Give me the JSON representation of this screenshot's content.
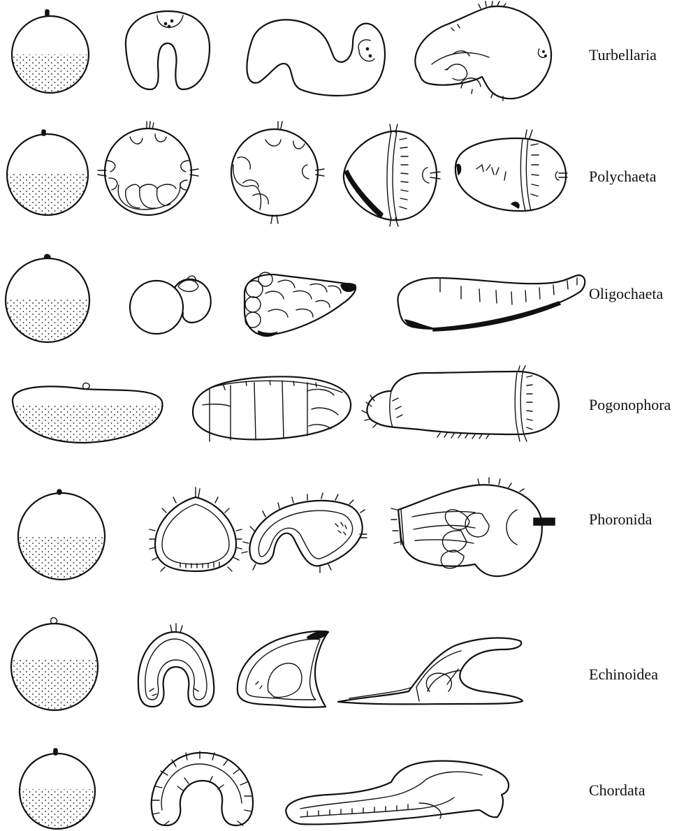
{
  "rows": [
    {
      "id": "turbellaria",
      "label": "Turbellaria"
    },
    {
      "id": "polychaeta",
      "label": "Polychaeta"
    },
    {
      "id": "oligochaeta",
      "label": "Oligochaeta"
    },
    {
      "id": "pogonophora",
      "label": "Pogonophora"
    },
    {
      "id": "phoronida",
      "label": "Phoronida"
    },
    {
      "id": "echinoidea",
      "label": "Echinoidea"
    },
    {
      "id": "chordata",
      "label": "Chordata"
    }
  ],
  "colors": {
    "ink": "#111111",
    "background": "#ffffff"
  }
}
